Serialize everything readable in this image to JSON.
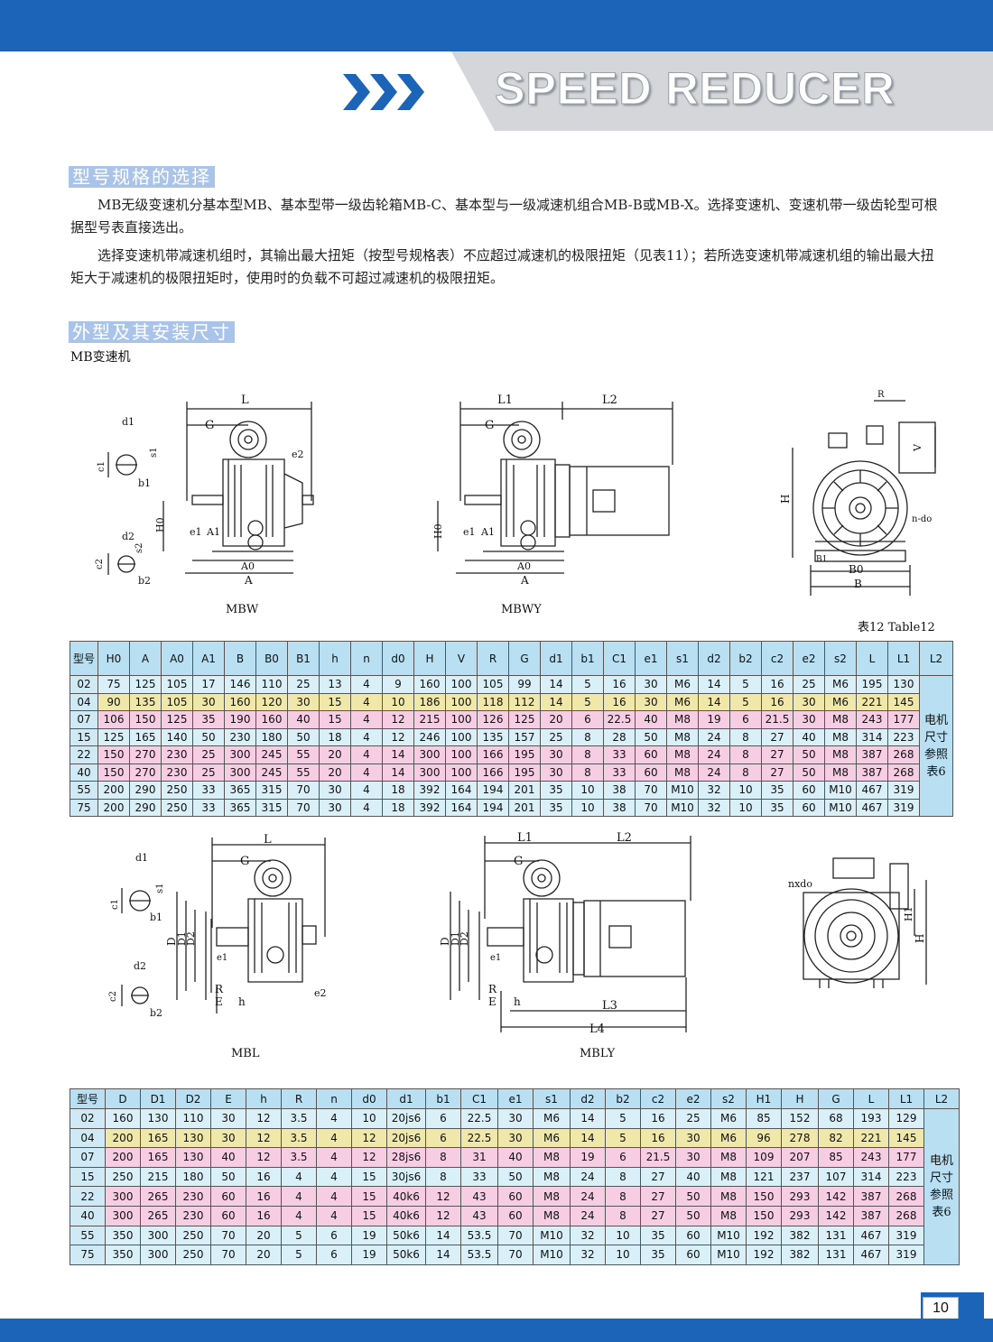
{
  "header": {
    "title": "SPEED REDUCER"
  },
  "sections": {
    "selection": {
      "title": "型号规格的选择",
      "paragraphs": [
        "MB无级变速机分基本型MB、基本型带一级齿轮箱MB-C、基本型与一级减速机组合MB-B或MB-X。选择变速机、变速机带一级齿轮型可根据型号表直接选出。",
        "选择变速机带减速机组时，其输出最大扭矩（按型号规格表）不应超过减速机的极限扭矩（见表11）；若所选变速机带减速机组的输出最大扭矩大于减速机的极限扭矩时，使用时的负载不可超过减速机的极限扭矩。"
      ]
    },
    "dimensions": {
      "title": "外型及其安装尺寸",
      "subtitle": "MB变速机"
    }
  },
  "drawings": {
    "mbw": "MBW",
    "mbwy": "MBWY",
    "mbl": "MBL",
    "mbly": "MBLY",
    "dims": {
      "L": "L",
      "G": "G",
      "L1": "L1",
      "L2": "L2",
      "L3": "L3",
      "L4": "L4",
      "H0": "H0",
      "A0": "A0",
      "A": "A",
      "A1": "A1",
      "e1": "e1",
      "e2": "e2",
      "d1": "d1",
      "b1": "b1",
      "c1": "c1",
      "s1": "s1",
      "d2": "d2",
      "b2": "b2",
      "c2": "c2",
      "s2": "s2",
      "R": "R",
      "V": "V",
      "H": "H",
      "H1": "H1",
      "B": "B",
      "B0": "B0",
      "B1": "B1",
      "ndo": "n-do",
      "nxdo": "nxdo",
      "D": "D",
      "D1": "D1",
      "D2": "D2",
      "E": "E",
      "h": "h"
    }
  },
  "table12": {
    "caption": "表12 Table12",
    "headers": [
      "型号",
      "H0",
      "A",
      "A0",
      "A1",
      "B",
      "B0",
      "B1",
      "h",
      "n",
      "d0",
      "H",
      "V",
      "R",
      "G",
      "d1",
      "b1",
      "C1",
      "e1",
      "s1",
      "d2",
      "b2",
      "c2",
      "e2",
      "s2",
      "L",
      "L1",
      "L2"
    ],
    "rows": [
      [
        "02",
        "75",
        "125",
        "105",
        "17",
        "146",
        "110",
        "25",
        "13",
        "4",
        "9",
        "160",
        "100",
        "105",
        "99",
        "14",
        "5",
        "16",
        "30",
        "M6",
        "14",
        "5",
        "16",
        "25",
        "M6",
        "195",
        "130"
      ],
      [
        "04",
        "90",
        "135",
        "105",
        "30",
        "160",
        "120",
        "30",
        "15",
        "4",
        "10",
        "186",
        "100",
        "118",
        "112",
        "14",
        "5",
        "16",
        "30",
        "M6",
        "14",
        "5",
        "16",
        "30",
        "M6",
        "221",
        "145"
      ],
      [
        "07",
        "106",
        "150",
        "125",
        "35",
        "190",
        "160",
        "40",
        "15",
        "4",
        "12",
        "215",
        "100",
        "126",
        "125",
        "20",
        "6",
        "22.5",
        "40",
        "M8",
        "19",
        "6",
        "21.5",
        "30",
        "M8",
        "243",
        "177"
      ],
      [
        "15",
        "125",
        "165",
        "140",
        "50",
        "230",
        "180",
        "50",
        "18",
        "4",
        "12",
        "246",
        "100",
        "135",
        "157",
        "25",
        "8",
        "28",
        "50",
        "M8",
        "24",
        "8",
        "27",
        "40",
        "M8",
        "314",
        "223"
      ],
      [
        "22",
        "150",
        "270",
        "230",
        "25",
        "300",
        "245",
        "55",
        "20",
        "4",
        "14",
        "300",
        "100",
        "166",
        "195",
        "30",
        "8",
        "33",
        "60",
        "M8",
        "24",
        "8",
        "27",
        "50",
        "M8",
        "387",
        "268"
      ],
      [
        "40",
        "150",
        "270",
        "230",
        "25",
        "300",
        "245",
        "55",
        "20",
        "4",
        "14",
        "300",
        "100",
        "166",
        "195",
        "30",
        "8",
        "33",
        "60",
        "M8",
        "24",
        "8",
        "27",
        "50",
        "M8",
        "387",
        "268"
      ],
      [
        "55",
        "200",
        "290",
        "250",
        "33",
        "365",
        "315",
        "70",
        "30",
        "4",
        "18",
        "392",
        "164",
        "194",
        "201",
        "35",
        "10",
        "38",
        "70",
        "M10",
        "32",
        "10",
        "35",
        "60",
        "M10",
        "467",
        "319"
      ],
      [
        "75",
        "200",
        "290",
        "250",
        "33",
        "365",
        "315",
        "70",
        "30",
        "4",
        "18",
        "392",
        "164",
        "194",
        "201",
        "35",
        "10",
        "38",
        "70",
        "M10",
        "32",
        "10",
        "35",
        "60",
        "M10",
        "467",
        "319"
      ]
    ],
    "note": "电机尺寸参照表6"
  },
  "table13": {
    "headers": [
      "型号",
      "D",
      "D1",
      "D2",
      "E",
      "h",
      "R",
      "n",
      "d0",
      "d1",
      "b1",
      "C1",
      "e1",
      "s1",
      "d2",
      "b2",
      "c2",
      "e2",
      "s2",
      "H1",
      "H",
      "G",
      "L",
      "L1",
      "L2"
    ],
    "rows": [
      [
        "02",
        "160",
        "130",
        "110",
        "30",
        "12",
        "3.5",
        "4",
        "10",
        "20js6",
        "6",
        "22.5",
        "30",
        "M6",
        "14",
        "5",
        "16",
        "25",
        "M6",
        "85",
        "152",
        "68",
        "193",
        "129"
      ],
      [
        "04",
        "200",
        "165",
        "130",
        "30",
        "12",
        "3.5",
        "4",
        "12",
        "20js6",
        "6",
        "22.5",
        "30",
        "M6",
        "14",
        "5",
        "16",
        "30",
        "M6",
        "96",
        "278",
        "82",
        "221",
        "145"
      ],
      [
        "07",
        "200",
        "165",
        "130",
        "40",
        "12",
        "3.5",
        "4",
        "12",
        "28js6",
        "8",
        "31",
        "40",
        "M8",
        "19",
        "6",
        "21.5",
        "30",
        "M8",
        "109",
        "207",
        "85",
        "243",
        "177"
      ],
      [
        "15",
        "250",
        "215",
        "180",
        "50",
        "16",
        "4",
        "4",
        "15",
        "30js6",
        "8",
        "33",
        "50",
        "M8",
        "24",
        "8",
        "27",
        "40",
        "M8",
        "121",
        "237",
        "107",
        "314",
        "223"
      ],
      [
        "22",
        "300",
        "265",
        "230",
        "60",
        "16",
        "4",
        "4",
        "15",
        "40k6",
        "12",
        "43",
        "60",
        "M8",
        "24",
        "8",
        "27",
        "50",
        "M8",
        "150",
        "293",
        "142",
        "387",
        "268"
      ],
      [
        "40",
        "300",
        "265",
        "230",
        "60",
        "16",
        "4",
        "4",
        "15",
        "40k6",
        "12",
        "43",
        "60",
        "M8",
        "24",
        "8",
        "27",
        "50",
        "M8",
        "150",
        "293",
        "142",
        "387",
        "268"
      ],
      [
        "55",
        "350",
        "300",
        "250",
        "70",
        "20",
        "5",
        "6",
        "19",
        "50k6",
        "14",
        "53.5",
        "70",
        "M10",
        "32",
        "10",
        "35",
        "60",
        "M10",
        "192",
        "382",
        "131",
        "467",
        "319"
      ],
      [
        "75",
        "350",
        "300",
        "250",
        "70",
        "20",
        "5",
        "6",
        "19",
        "50k6",
        "14",
        "53.5",
        "70",
        "M10",
        "32",
        "10",
        "35",
        "60",
        "M10",
        "192",
        "382",
        "131",
        "467",
        "319"
      ]
    ],
    "note": "电机尺寸参照表6"
  },
  "page_number": "10",
  "colors": {
    "brand_blue": "#1b64b8",
    "header_gray": "#d4d6d9",
    "section_bg": "#a9c4e8",
    "table_header": "#b8dff2",
    "row_blue": "#d9f0f8",
    "row_yellow": "#efe8a9",
    "row_pink": "#f6cde3"
  }
}
